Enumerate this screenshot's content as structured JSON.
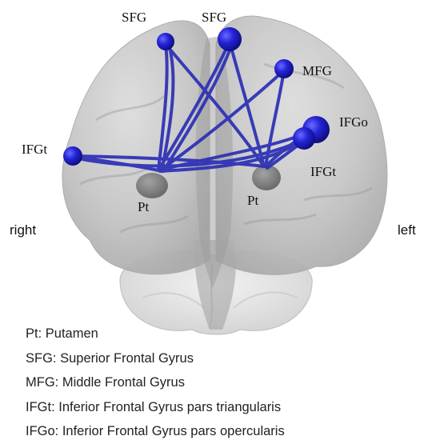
{
  "diagram": {
    "side_labels": {
      "right": "right",
      "left": "left"
    },
    "node_labels": {
      "sfg_right": "SFG",
      "sfg_left": "SFG",
      "mfg": "MFG",
      "ifgo": "IFGo",
      "ifgt_right": "IFGt",
      "ifgt_left": "IFGt",
      "pt_right": "Pt",
      "pt_left": "Pt"
    },
    "colors": {
      "tract": "#2b2fb5",
      "node": "#2424d8",
      "brain": "#c9c9c9",
      "cerebellum": "#e6e6e6"
    }
  },
  "legend": [
    "Pt: Putamen",
    "SFG: Superior Frontal Gyrus",
    "MFG: Middle Frontal Gyrus",
    "IFGt: Inferior Frontal Gyrus pars triangularis",
    "IFGo: Inferior Frontal Gyrus pars opercularis"
  ]
}
